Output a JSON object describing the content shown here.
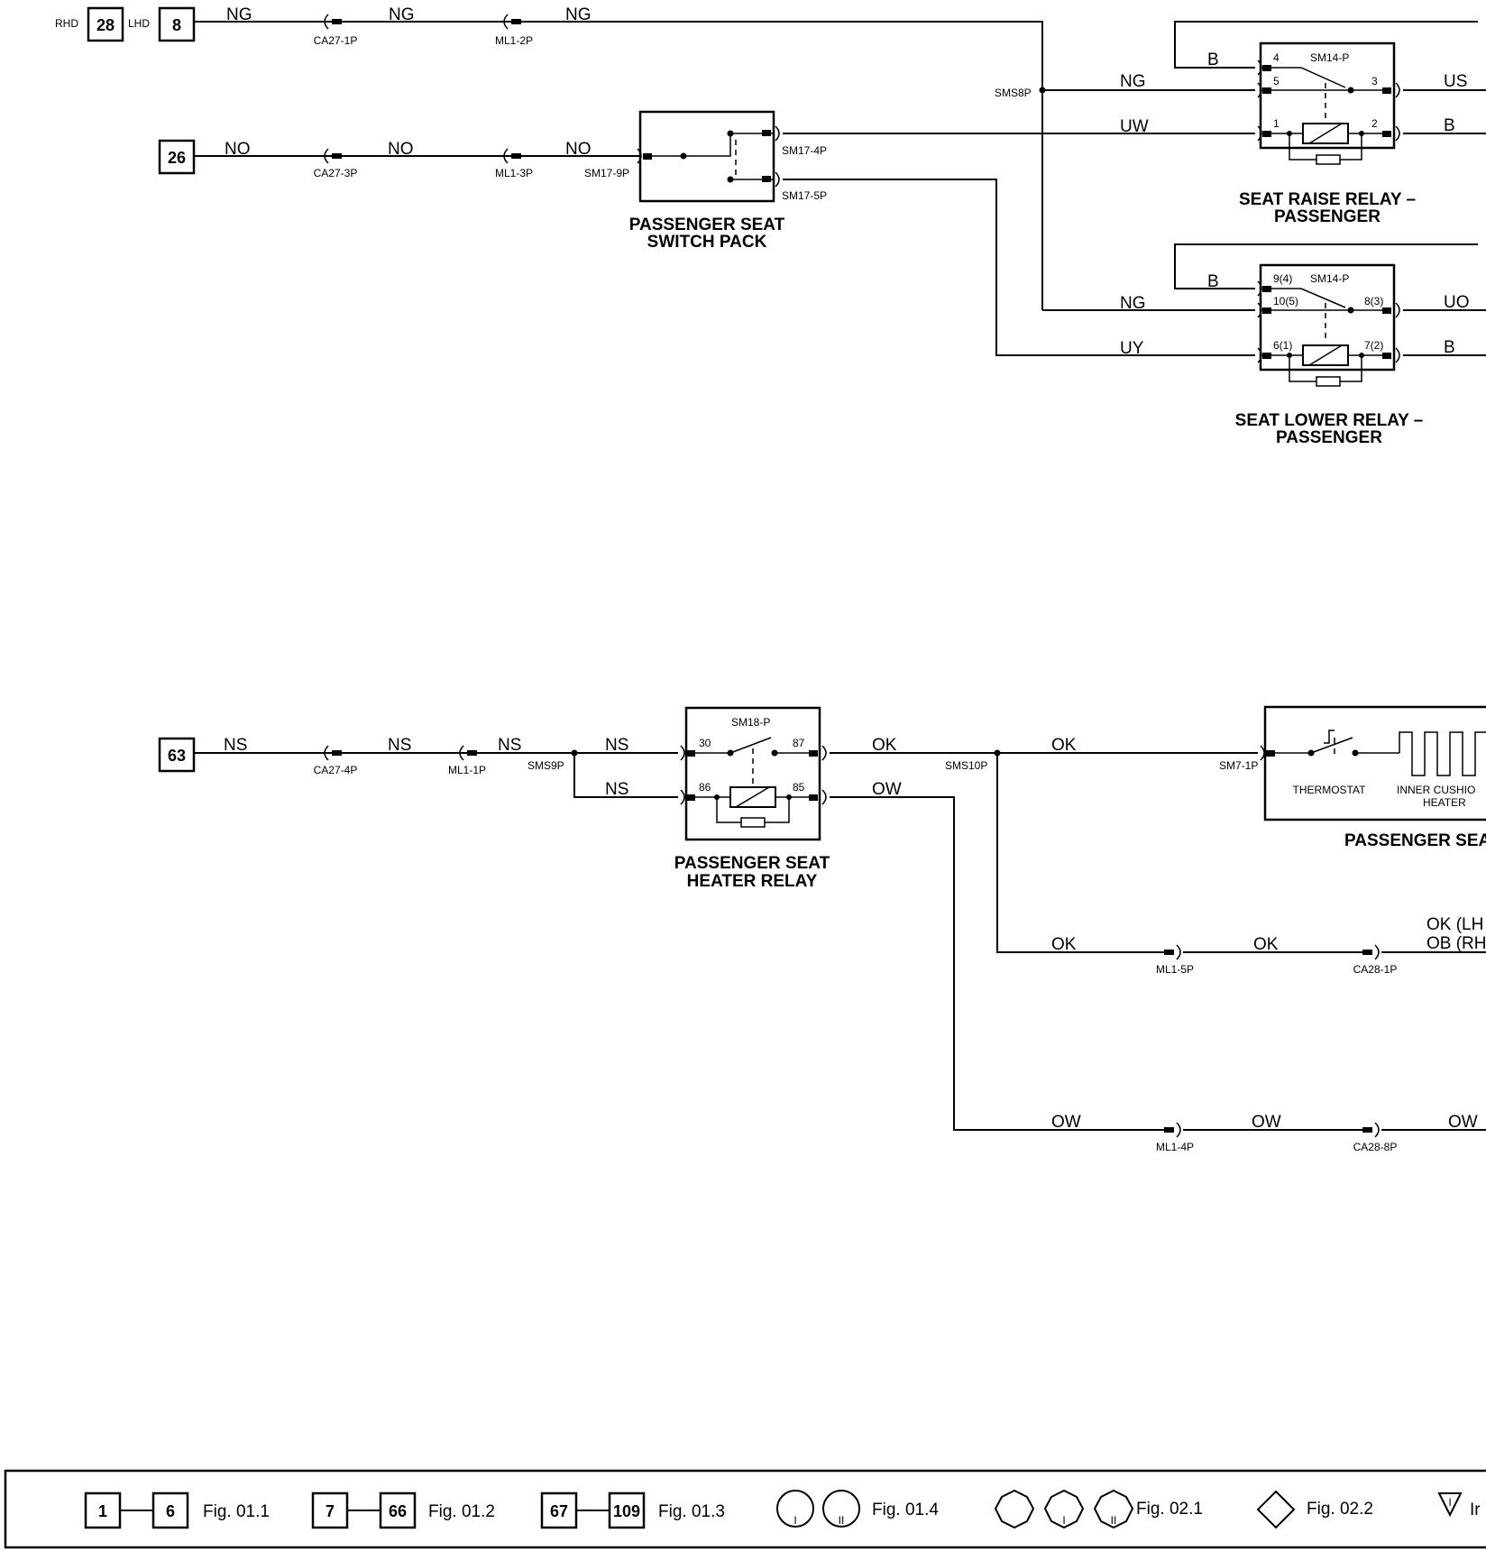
{
  "sheet": {
    "refs": {
      "rhd_label": "RHD",
      "rhd": "28",
      "lhd_label": "LHD",
      "lhd": "8",
      "r26": "26",
      "r63": "63"
    },
    "wires": {
      "ng": "NG",
      "no": "NO",
      "ns": "NS",
      "ok": "OK",
      "ow": "OW",
      "uw": "UW",
      "uy": "UY",
      "us": "US",
      "uo": "UO",
      "b": "B",
      "ok_lhd": "OK (LH",
      "ob_rhd": "OB (RH"
    },
    "connectors": {
      "ca27_1p": "CA27-1P",
      "ml1_2p": "ML1-2P",
      "ca27_3p": "CA27-3P",
      "ml1_3p": "ML1-3P",
      "sm17_9p": "SM17-9P",
      "sm17_4p": "SM17-4P",
      "sm17_5p": "SM17-5P",
      "sms8p": "SMS8P",
      "sm14p_1": "SM14-P",
      "sm14p_2": "SM14-P",
      "ca27_4p": "CA27-4P",
      "ml1_1p": "ML1-1P",
      "sms9p": "SMS9P",
      "sm18p": "SM18-P",
      "sms10p": "SMS10P",
      "sm7_1p": "SM7-1P",
      "ml1_5p": "ML1-5P",
      "ca28_1p": "CA28-1P",
      "ml1_4p": "ML1-4P",
      "ca28_8p": "CA28-8P"
    },
    "pins": {
      "r1_4": "4",
      "r1_5": "5",
      "r1_3": "3",
      "r1_1": "1",
      "r1_2": "2",
      "r2_9": "9(4)",
      "r2_10": "10(5)",
      "r2_8": "8(3)",
      "r2_6": "6(1)",
      "r2_7": "7(2)",
      "h30": "30",
      "h87": "87",
      "h86": "86",
      "h85": "85"
    },
    "titles": {
      "switch_pack_1": "PASSENGER SEAT",
      "switch_pack_2": "SWITCH PACK",
      "raise_1": "SEAT RAISE RELAY –",
      "raise_2": "PASSENGER",
      "lower_1": "SEAT LOWER RELAY –",
      "lower_2": "PASSENGER",
      "heater_relay_1": "PASSENGER SEAT",
      "heater_relay_2": "HEATER RELAY",
      "seat_heater": "PASSENGER SEA",
      "thermostat": "THERMOSTAT",
      "cushion_1": "INNER CUSHIO",
      "cushion_2": "HEATER"
    }
  },
  "legend": {
    "a1": "1",
    "a2": "6",
    "a_fig": "Fig. 01.1",
    "b1": "7",
    "b2": "66",
    "b_fig": "Fig. 01.2",
    "c1": "67",
    "c2": "109",
    "c_fig": "Fig. 01.3",
    "circle_1": "I",
    "circle_2": "II",
    "d_fig": "Fig. 01.4",
    "oct_2": "I",
    "oct_3": "II",
    "e_fig": "Fig. 02.1",
    "f_fig": "Fig. 02.2",
    "tri_label": "I",
    "g_fig": "Ir"
  }
}
